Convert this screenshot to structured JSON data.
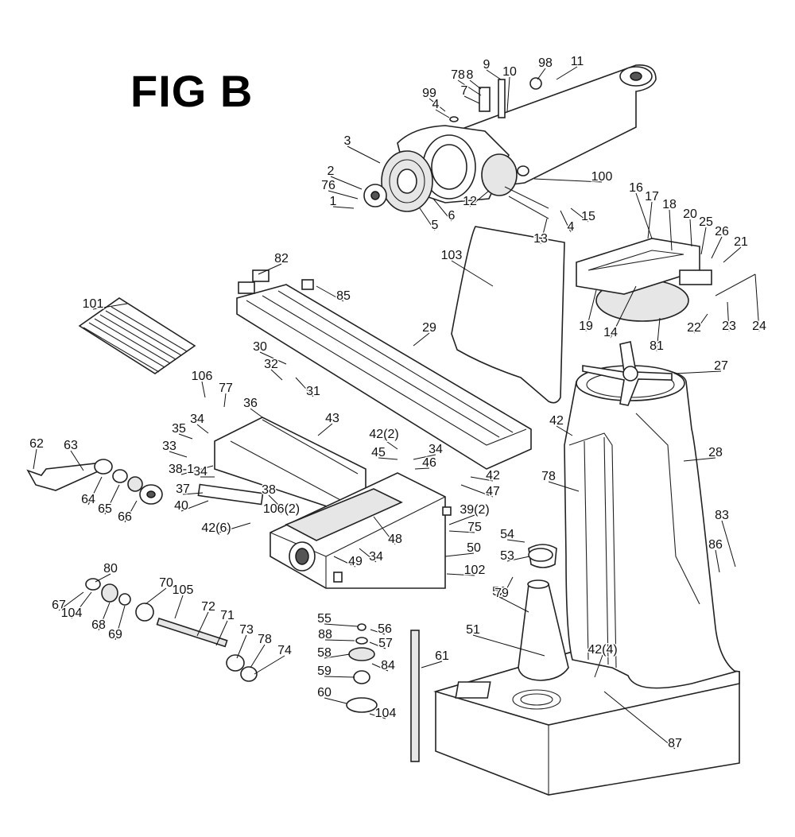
{
  "figure": {
    "title": "FIG B"
  },
  "callouts": [
    {
      "id": "c-1",
      "text": "1"
    },
    {
      "id": "c-2",
      "text": "2"
    },
    {
      "id": "c-3",
      "text": "3"
    },
    {
      "id": "c-4a",
      "text": "4"
    },
    {
      "id": "c-4b",
      "text": "4"
    },
    {
      "id": "c-5",
      "text": "5"
    },
    {
      "id": "c-6",
      "text": "6"
    },
    {
      "id": "c-7",
      "text": "7"
    },
    {
      "id": "c-8",
      "text": "8"
    },
    {
      "id": "c-9",
      "text": "9"
    },
    {
      "id": "c-10",
      "text": "10"
    },
    {
      "id": "c-11",
      "text": "11"
    },
    {
      "id": "c-12",
      "text": "12"
    },
    {
      "id": "c-13",
      "text": "13"
    },
    {
      "id": "c-14",
      "text": "14"
    },
    {
      "id": "c-15",
      "text": "15"
    },
    {
      "id": "c-16",
      "text": "16"
    },
    {
      "id": "c-17",
      "text": "17"
    },
    {
      "id": "c-18",
      "text": "18"
    },
    {
      "id": "c-19",
      "text": "19"
    },
    {
      "id": "c-20",
      "text": "20"
    },
    {
      "id": "c-21",
      "text": "21"
    },
    {
      "id": "c-22",
      "text": "22"
    },
    {
      "id": "c-23",
      "text": "23"
    },
    {
      "id": "c-24",
      "text": "24"
    },
    {
      "id": "c-25",
      "text": "25"
    },
    {
      "id": "c-26",
      "text": "26"
    },
    {
      "id": "c-27",
      "text": "27"
    },
    {
      "id": "c-28",
      "text": "28"
    },
    {
      "id": "c-29",
      "text": "29"
    },
    {
      "id": "c-30",
      "text": "30"
    },
    {
      "id": "c-31",
      "text": "31"
    },
    {
      "id": "c-32",
      "text": "32"
    },
    {
      "id": "c-33",
      "text": "33"
    },
    {
      "id": "c-34a",
      "text": "34"
    },
    {
      "id": "c-34b",
      "text": "34"
    },
    {
      "id": "c-34c",
      "text": "34"
    },
    {
      "id": "c-34d",
      "text": "34"
    },
    {
      "id": "c-35",
      "text": "35"
    },
    {
      "id": "c-36",
      "text": "36"
    },
    {
      "id": "c-37",
      "text": "37"
    },
    {
      "id": "c-38a",
      "text": "38-1"
    },
    {
      "id": "c-38b",
      "text": "38"
    },
    {
      "id": "c-39",
      "text": "39(2)"
    },
    {
      "id": "c-40",
      "text": "40"
    },
    {
      "id": "c-42a",
      "text": "42(2)"
    },
    {
      "id": "c-42b",
      "text": "42"
    },
    {
      "id": "c-42c",
      "text": "42"
    },
    {
      "id": "c-42d",
      "text": "42(6)"
    },
    {
      "id": "c-42e",
      "text": "42(4)"
    },
    {
      "id": "c-43",
      "text": "43"
    },
    {
      "id": "c-45",
      "text": "45"
    },
    {
      "id": "c-46",
      "text": "46"
    },
    {
      "id": "c-47",
      "text": "47"
    },
    {
      "id": "c-48",
      "text": "48"
    },
    {
      "id": "c-49",
      "text": "49"
    },
    {
      "id": "c-50",
      "text": "50"
    },
    {
      "id": "c-51",
      "text": "51"
    },
    {
      "id": "c-52",
      "text": "52"
    },
    {
      "id": "c-53",
      "text": "53"
    },
    {
      "id": "c-54",
      "text": "54"
    },
    {
      "id": "c-55",
      "text": "55"
    },
    {
      "id": "c-56",
      "text": "56"
    },
    {
      "id": "c-57",
      "text": "57"
    },
    {
      "id": "c-58",
      "text": "58"
    },
    {
      "id": "c-59",
      "text": "59"
    },
    {
      "id": "c-60",
      "text": "60"
    },
    {
      "id": "c-61",
      "text": "61"
    },
    {
      "id": "c-62",
      "text": "62"
    },
    {
      "id": "c-63",
      "text": "63"
    },
    {
      "id": "c-64",
      "text": "64"
    },
    {
      "id": "c-65",
      "text": "65"
    },
    {
      "id": "c-66",
      "text": "66"
    },
    {
      "id": "c-67",
      "text": "67"
    },
    {
      "id": "c-68",
      "text": "68"
    },
    {
      "id": "c-69",
      "text": "69"
    },
    {
      "id": "c-70",
      "text": "70"
    },
    {
      "id": "c-71",
      "text": "71"
    },
    {
      "id": "c-72",
      "text": "72"
    },
    {
      "id": "c-73",
      "text": "73"
    },
    {
      "id": "c-74",
      "text": "74"
    },
    {
      "id": "c-75",
      "text": "75"
    },
    {
      "id": "c-76",
      "text": "76"
    },
    {
      "id": "c-77",
      "text": "77"
    },
    {
      "id": "c-78a",
      "text": "78"
    },
    {
      "id": "c-78b",
      "text": "78"
    },
    {
      "id": "c-78c",
      "text": "78"
    },
    {
      "id": "c-79",
      "text": "79"
    },
    {
      "id": "c-80",
      "text": "80"
    },
    {
      "id": "c-81",
      "text": "81"
    },
    {
      "id": "c-82",
      "text": "82"
    },
    {
      "id": "c-83",
      "text": "83"
    },
    {
      "id": "c-84",
      "text": "84"
    },
    {
      "id": "c-85",
      "text": "85"
    },
    {
      "id": "c-86",
      "text": "86"
    },
    {
      "id": "c-87",
      "text": "87"
    },
    {
      "id": "c-88",
      "text": "88"
    },
    {
      "id": "c-98",
      "text": "98"
    },
    {
      "id": "c-99",
      "text": "99"
    },
    {
      "id": "c-100",
      "text": "100"
    },
    {
      "id": "c-101",
      "text": "101"
    },
    {
      "id": "c-102",
      "text": "102"
    },
    {
      "id": "c-103",
      "text": "103"
    },
    {
      "id": "c-104a",
      "text": "104"
    },
    {
      "id": "c-104b",
      "text": "104"
    },
    {
      "id": "c-105",
      "text": "105"
    },
    {
      "id": "c-106a",
      "text": "106"
    },
    {
      "id": "c-106b",
      "text": "106(2)"
    }
  ]
}
